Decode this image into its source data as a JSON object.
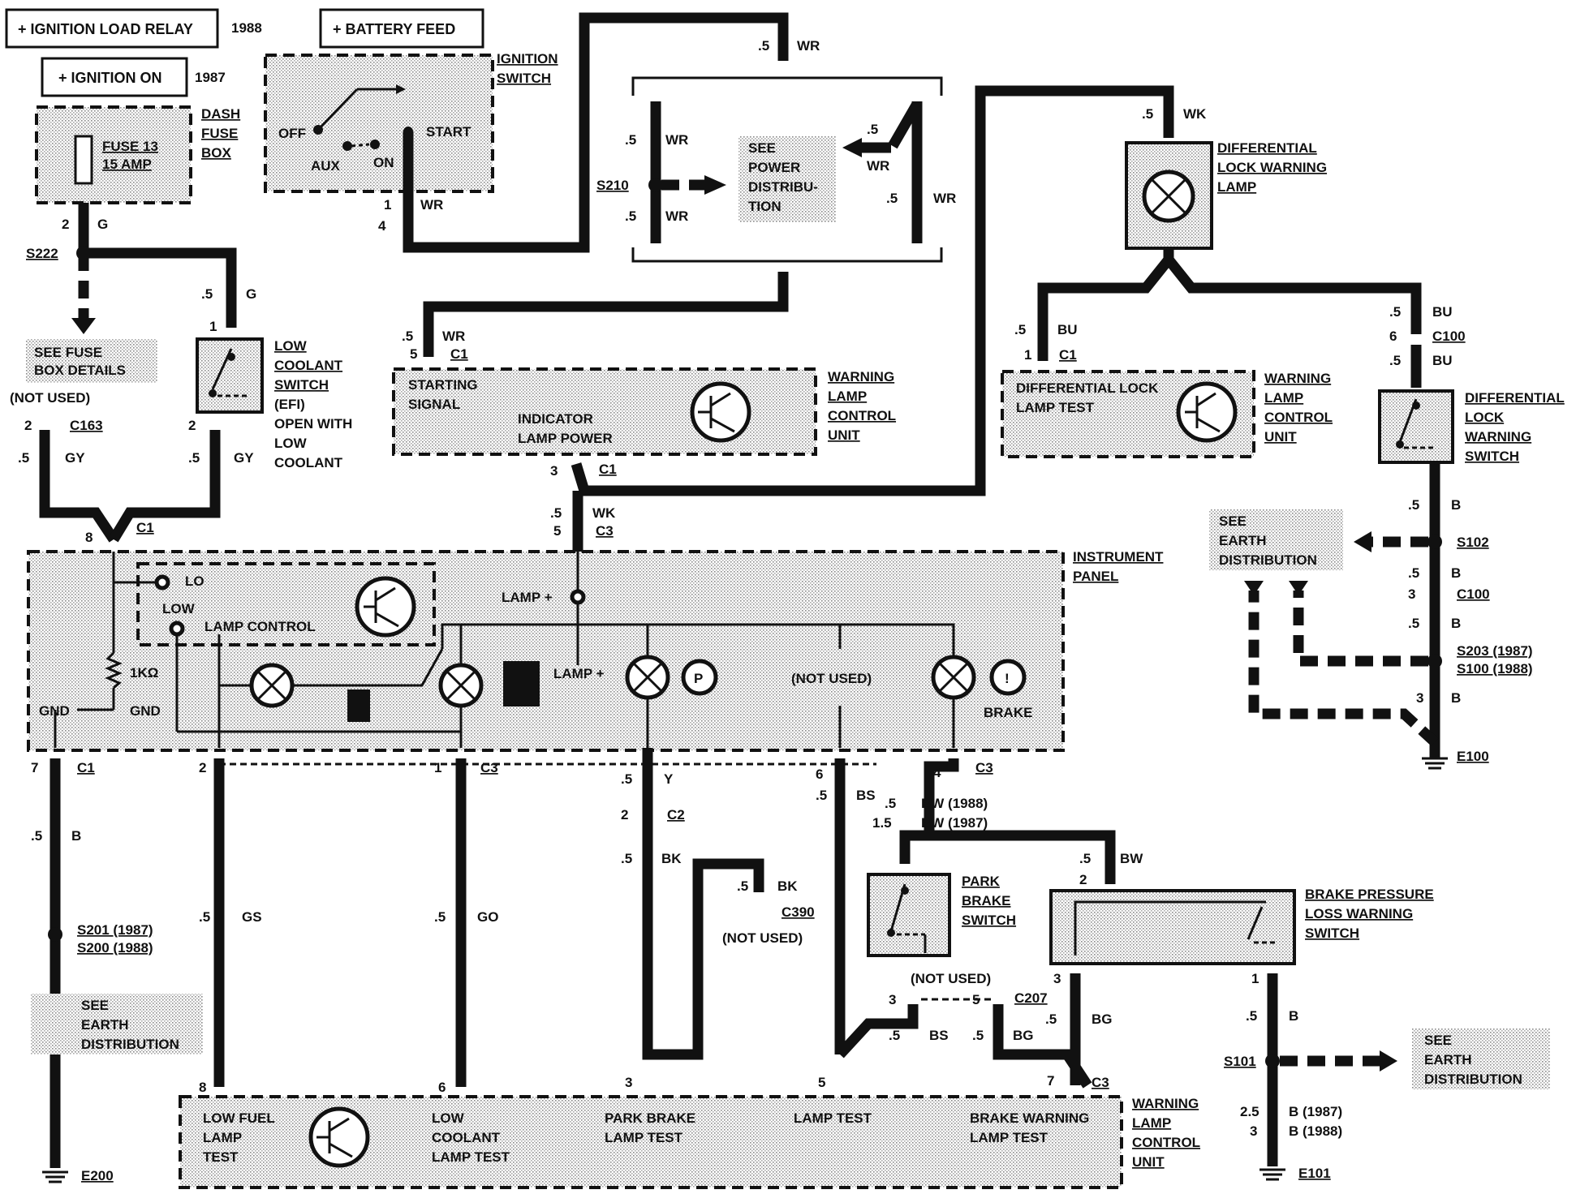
{
  "labels": {
    "ign_load_relay": "+ IGNITION LOAD RELAY",
    "year_1988": "1988",
    "battery_feed": "+ BATTERY FEED",
    "ignition_on": "+ IGNITION ON",
    "year_1987": "1987",
    "dash_fuse_box": [
      "DASH",
      "FUSE",
      "BOX"
    ],
    "fuse": [
      "FUSE 13",
      "15 AMP"
    ],
    "ignition_switch": [
      "IGNITION",
      "SWITCH"
    ],
    "sw_off": "OFF",
    "sw_aux": "AUX",
    "sw_on": "ON",
    "sw_start": "START",
    "see_power_dist": [
      "SEE",
      "POWER",
      "DISTRIBU-",
      "TION"
    ],
    "s210": "S210",
    "s222": "S222",
    "see_fuse_box": [
      "SEE FUSE",
      "BOX DETAILS"
    ],
    "not_used": "(NOT USED)",
    "low_coolant_switch": [
      "LOW",
      "COOLANT",
      "SWITCH",
      "(EFI)",
      "OPEN WITH",
      "LOW",
      "COOLANT"
    ],
    "starting_signal": [
      "STARTING",
      "SIGNAL"
    ],
    "indicator_lamp_power": [
      "INDICATOR",
      "LAMP POWER"
    ],
    "warning_lamp_control_unit": [
      "WARNING",
      "LAMP",
      "CONTROL",
      "UNIT"
    ],
    "diff_lock_warning_lamp": [
      "DIFFERENTIAL",
      "LOCK WARNING",
      "LAMP"
    ],
    "diff_lock_lamp_test": [
      "DIFFERENTIAL LOCK",
      "LAMP TEST"
    ],
    "diff_lock_warning_switch": [
      "DIFFERENTIAL",
      "LOCK",
      "WARNING",
      "SWITCH"
    ],
    "see_earth_dist": [
      "SEE",
      "EARTH",
      "DISTRIBUTION"
    ],
    "instrument_panel": [
      "INSTRUMENT",
      "PANEL"
    ],
    "lo": "LO",
    "low": "LOW",
    "lamp_control": "LAMP CONTROL",
    "lamp_plus": "LAMP +",
    "one_k": "1KΩ",
    "gnd": "GND",
    "brake": "BRAKE",
    "park_brake_switch": [
      "PARK",
      "BRAKE",
      "SWITCH"
    ],
    "brake_pressure_switch": [
      "BRAKE PRESSURE",
      "LOSS WARNING",
      "SWITCH"
    ],
    "bottom_low_fuel": [
      "LOW FUEL",
      "LAMP",
      "TEST"
    ],
    "bottom_low_coolant": [
      "LOW",
      "COOLANT",
      "LAMP TEST"
    ],
    "bottom_park_brake": [
      "PARK BRAKE",
      "LAMP TEST"
    ],
    "bottom_lamp_test": "LAMP TEST",
    "bottom_brake_warning": [
      "BRAKE WARNING",
      "LAMP TEST"
    ],
    "s201": "S201 (1987)",
    "s200": "S200 (1988)",
    "s203": "S203 (1987)",
    "s100": "S100 (1988)",
    "s102": "S102",
    "s101": "S101",
    "e200": "E200",
    "e100": "E100",
    "e101": "E101",
    "c1": "C1",
    "c2": "C2",
    "c3": "C3",
    "c100": "C100",
    "c163": "C163",
    "c207": "C207",
    "c390": "C390",
    "p_letter": "P",
    "excl": "!"
  },
  "wire_labels": {
    "g2": "2",
    "g_col": "G",
    "wr_05": ".5",
    "wr": "WR",
    "g05": ".5",
    "g": "G",
    "gy": "GY",
    "gy05": ".5",
    "wk": "WK",
    "wk05": ".5",
    "bu": "BU",
    "bu05": ".5",
    "b": "B",
    "b05": ".5",
    "y": "Y",
    "bk": "BK",
    "bs": "BS",
    "bw": "BW",
    "bw1988": "BW (1988)",
    "bw1987": "BW (1987)",
    "w15": "1.5",
    "gs": "GS",
    "go": "GO",
    "bg": "BG",
    "b1987": "B (1987)",
    "b1988": "B (1988)",
    "w25": "2.5",
    "w3": "3",
    "n1": "1",
    "n2": "2",
    "n3": "3",
    "n4": "4",
    "n5": "5",
    "n6": "6",
    "n7": "7",
    "n8": "8"
  }
}
